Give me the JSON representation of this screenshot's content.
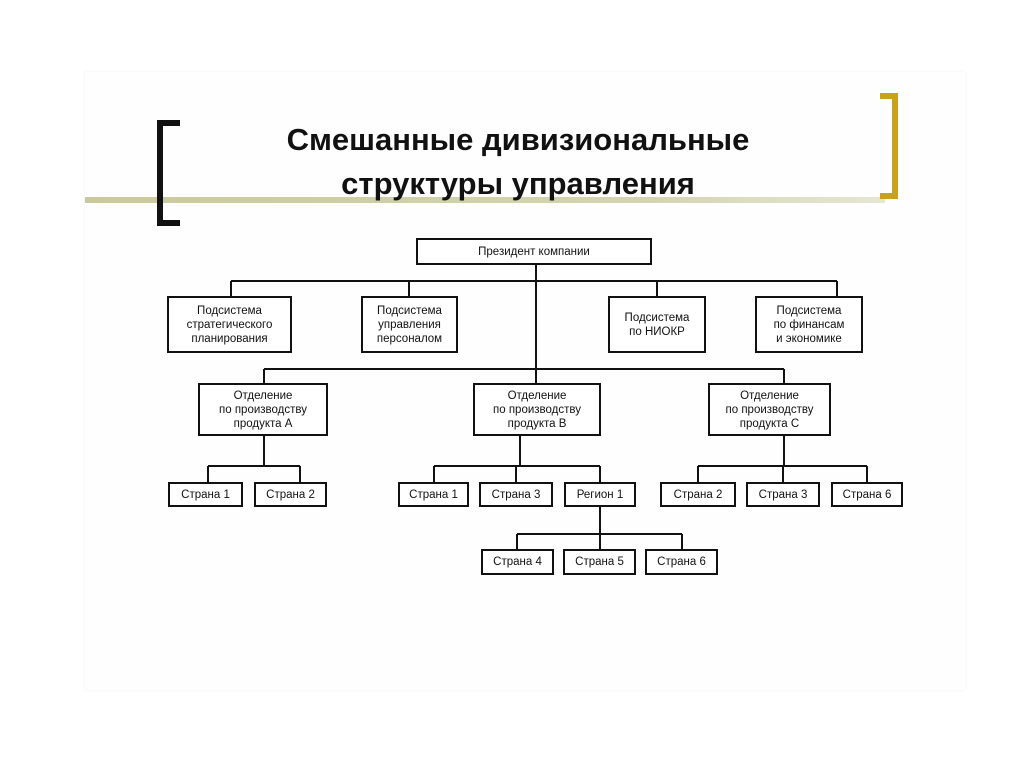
{
  "title": {
    "line1": "Смешанные дивизиональные",
    "line2": "структуры управления"
  },
  "colors": {
    "left_bracket": "#111111",
    "right_bracket": "#c9a11e",
    "accent_line": "#c9c99c"
  },
  "chart": {
    "president": "Президент компании",
    "subsystems": [
      "Подсистема\nстратегического\nпланирования",
      "Подсистема\nуправления\nперсоналом",
      "Подсистема\nпо НИОКР",
      "Подсистема\nпо финансам\nи экономике"
    ],
    "divisions": [
      {
        "label": "Отделение\nпо производству\nпродукта А",
        "children": [
          "Страна 1",
          "Страна 2"
        ]
      },
      {
        "label": "Отделение\nпо производству\nпродукта В",
        "children": [
          "Страна 1",
          "Страна 3",
          "Регион 1"
        ],
        "region_children": [
          "Страна 4",
          "Страна 5",
          "Страна 6"
        ]
      },
      {
        "label": "Отделение\nпо производству\nпродукта С",
        "children": [
          "Страна 2",
          "Страна 3",
          "Страна 6"
        ]
      }
    ]
  }
}
